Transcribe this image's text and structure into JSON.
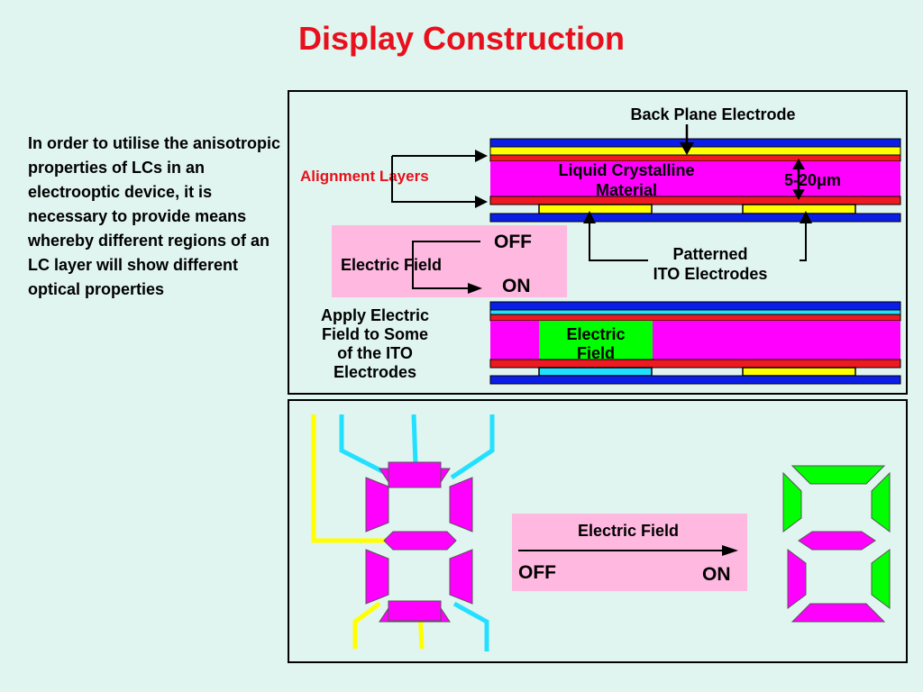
{
  "title": "Display Construction",
  "paragraph": "In order to utilise the anisotropic properties of LCs in an electrooptic device, it is necessary to provide means whereby different regions of an LC layer will show different optical properties",
  "top_panel": {
    "back_plane": "Back Plane Electrode",
    "alignment": "Alignment Layers",
    "lc_line1": "Liquid Crystalline",
    "lc_line2": "Material",
    "thickness": "5-20μm",
    "ef_box": {
      "label": "Electric Field",
      "off": "OFF",
      "on": "ON"
    },
    "patterned_line1": "Patterned",
    "patterned_line2": "ITO Electrodes",
    "apply_lines": [
      "Apply Electric",
      "Field to Some",
      "of the ITO",
      "Electrodes"
    ],
    "ef_region_line1": "Electric",
    "ef_region_line2": "Field"
  },
  "bottom_panel": {
    "ef_label": "Electric Field",
    "off": "OFF",
    "on": "ON"
  },
  "colors": {
    "title": "#e8101c",
    "magenta": "#ff00ff",
    "green": "#00ff00",
    "pink": "#ffb8e0",
    "blue": "#0a1ee8",
    "red": "#ee1a22",
    "yellow": "#ffff00",
    "cyan": "#22e0ff"
  }
}
